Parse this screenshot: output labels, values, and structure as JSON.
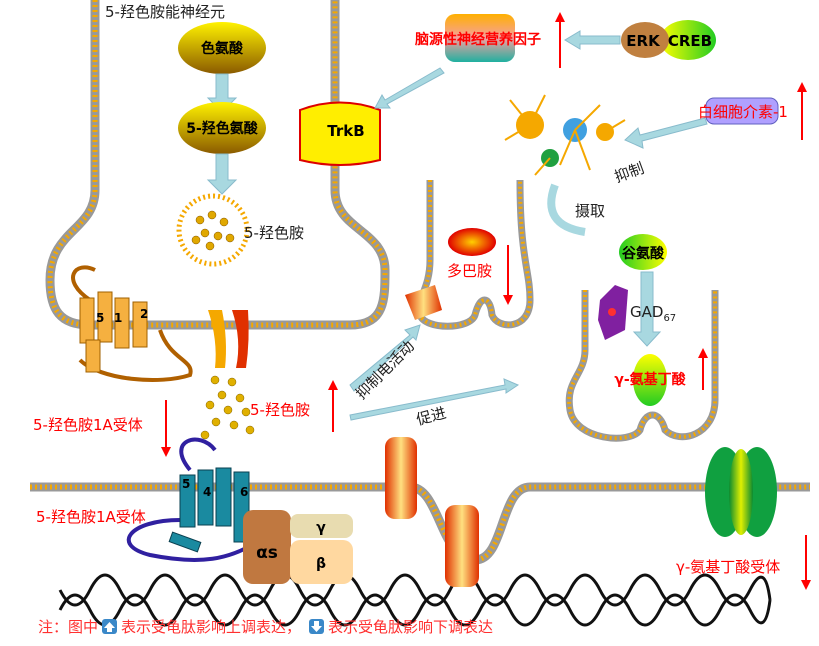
{
  "labels": {
    "neuron_5ht": "5-羟色胺能神经元",
    "tryptophan": "色氨酸",
    "htp": "5-羟色氨酸",
    "serotonin_vesicle": "5-羟色胺",
    "trkb": "TrkB",
    "bdnf": "脑源性神经营养因子",
    "erk": "ERK",
    "creb": "CREB",
    "il1": "白细胞介素-1",
    "inhibit1": "抑制",
    "uptake": "摄取",
    "dopamine": "多巴胺",
    "glutamate": "谷氨酸",
    "gad": "GAD",
    "gad_sub": "67",
    "gaba": "γ-氨基丁酸",
    "receptor_1a_pre": "5-羟色胺1A受体",
    "serotonin_released": "5-羟色胺",
    "inhibit_firing": "抑制电活动",
    "promote": "促进",
    "receptor_1a_post": "5-羟色胺1A受体",
    "alpha_s": "αs",
    "gamma": "γ",
    "beta": "β",
    "gaba_receptor": "γ-氨基丁酸受体",
    "helix_nums_pre": [
      "5",
      "1",
      "2"
    ],
    "helix_nums_post": [
      "5",
      "4",
      "6"
    ]
  },
  "note": {
    "prefix": "注：图中",
    "up_text": "表示受龟肽影响上调表达，",
    "down_text": "表示受龟肽影响下调表达"
  },
  "colors": {
    "red": "#ff0000",
    "membrane": "#f5a800",
    "arrow": "#a8d8e0"
  }
}
